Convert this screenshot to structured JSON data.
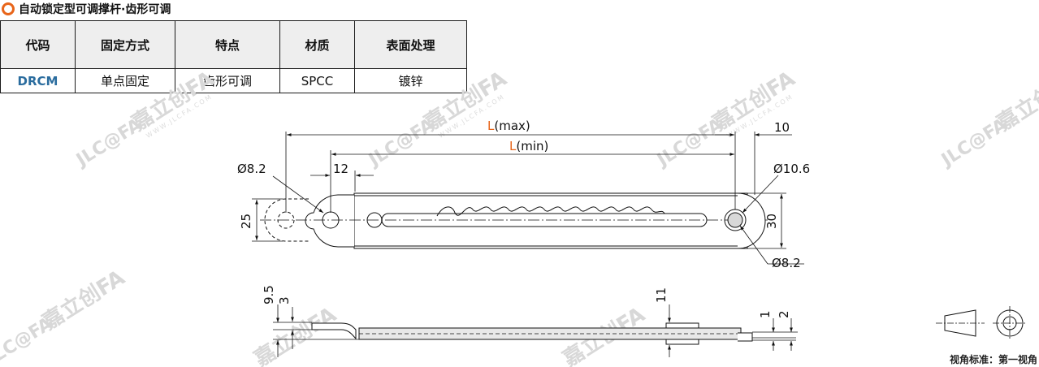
{
  "title": "自动锁定型可调撑杆·齿形可调",
  "table": {
    "headers": [
      "代码",
      "固定方式",
      "特点",
      "材质",
      "表面处理"
    ],
    "rows": [
      [
        "DRCM",
        "单点固定",
        "齿形可调",
        "SPCC",
        "镀锌"
      ]
    ]
  },
  "dimensions": {
    "l_max_letter": "L",
    "l_max_suffix": "(max)",
    "l_min_letter": "L",
    "l_min_suffix": "(min)",
    "d_left": "Ø8.2",
    "d12": "12",
    "d10": "10",
    "d_right_outer": "Ø10.6",
    "d_right_inner": "Ø8.2",
    "h25": "25",
    "h30": "30",
    "s9_5": "9.5",
    "s3": "3",
    "s11": "11",
    "s1": "1",
    "s2": "2"
  },
  "watermark": {
    "brand": "嘉立创FA",
    "logo": "JLC@FA",
    "url": "WWW.JLCFA.COM"
  },
  "projection_label": "视角标准：第一视角",
  "colors": {
    "accent": "#e8651a",
    "code": "#2a6c9e",
    "line": "#111111"
  }
}
